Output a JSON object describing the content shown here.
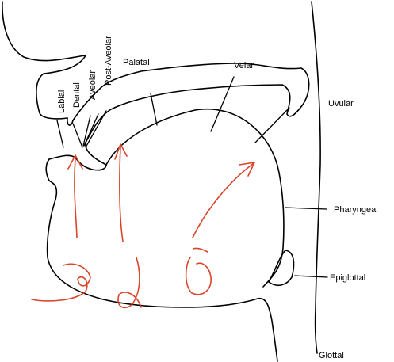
{
  "diagram": {
    "colors": {
      "outline": "#000000",
      "annotation": "#d9452b",
      "background": "#ffffff"
    },
    "labels": {
      "labial": "Labial",
      "dental": "Dental",
      "aveolar": "Aveolar",
      "post_aveolar": "Post-Aveolar",
      "palatal": "Palatal",
      "velar": "Velar",
      "uvular": "Uvular",
      "pharyngeal": "Pharyngeal",
      "epiglottal": "Epiglottal",
      "glottal": "Glottal"
    }
  }
}
